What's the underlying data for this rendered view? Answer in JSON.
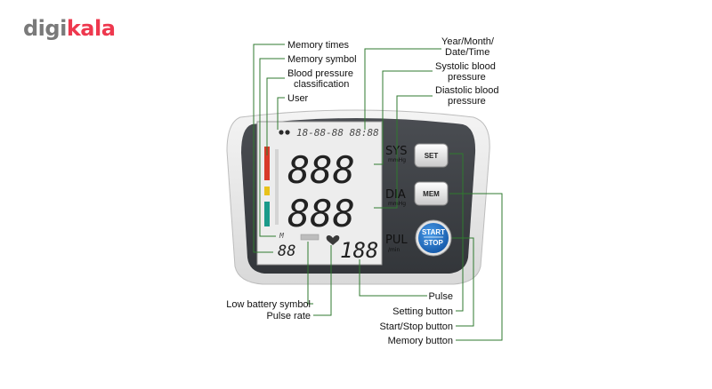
{
  "logo": {
    "part1": "digi",
    "part2": "kala"
  },
  "device": {
    "sys": "SYS",
    "dia": "DIA",
    "pul": "PUL",
    "mmhg": "mmHg",
    "permin": "/min",
    "digits_big": "888",
    "digits_pulse": "188",
    "digits_mem": "88",
    "top_row": "18-88-88 88:88",
    "buttons": {
      "set": "SET",
      "mem": "MEM",
      "start": "START",
      "stop": "STOP"
    }
  },
  "labels": {
    "memory_times": "Memory times",
    "memory_symbol": "Memory symbol",
    "bp_class_1": "Blood pressure",
    "bp_class_2": "classification",
    "user": "User",
    "ymd_1": "Year/Month/",
    "ymd_2": "Date/Time",
    "sys_1": "Systolic blood",
    "sys_2": "pressure",
    "dia_1": "Diastolic blood",
    "dia_2": "pressure",
    "low_battery": "Low battery symbol",
    "pulse_rate": "Pulse rate",
    "pulse": "Pulse",
    "setting_button": "Setting button",
    "start_stop_button": "Start/Stop button",
    "memory_button": "Memory button"
  },
  "colors": {
    "lead": "#2f7a2f",
    "class_red": "#d83a2a",
    "class_yellow": "#e8c21a",
    "class_green": "#1a9a8a",
    "start_button": "#1e6fc1",
    "logo_red": "#ee384e"
  }
}
